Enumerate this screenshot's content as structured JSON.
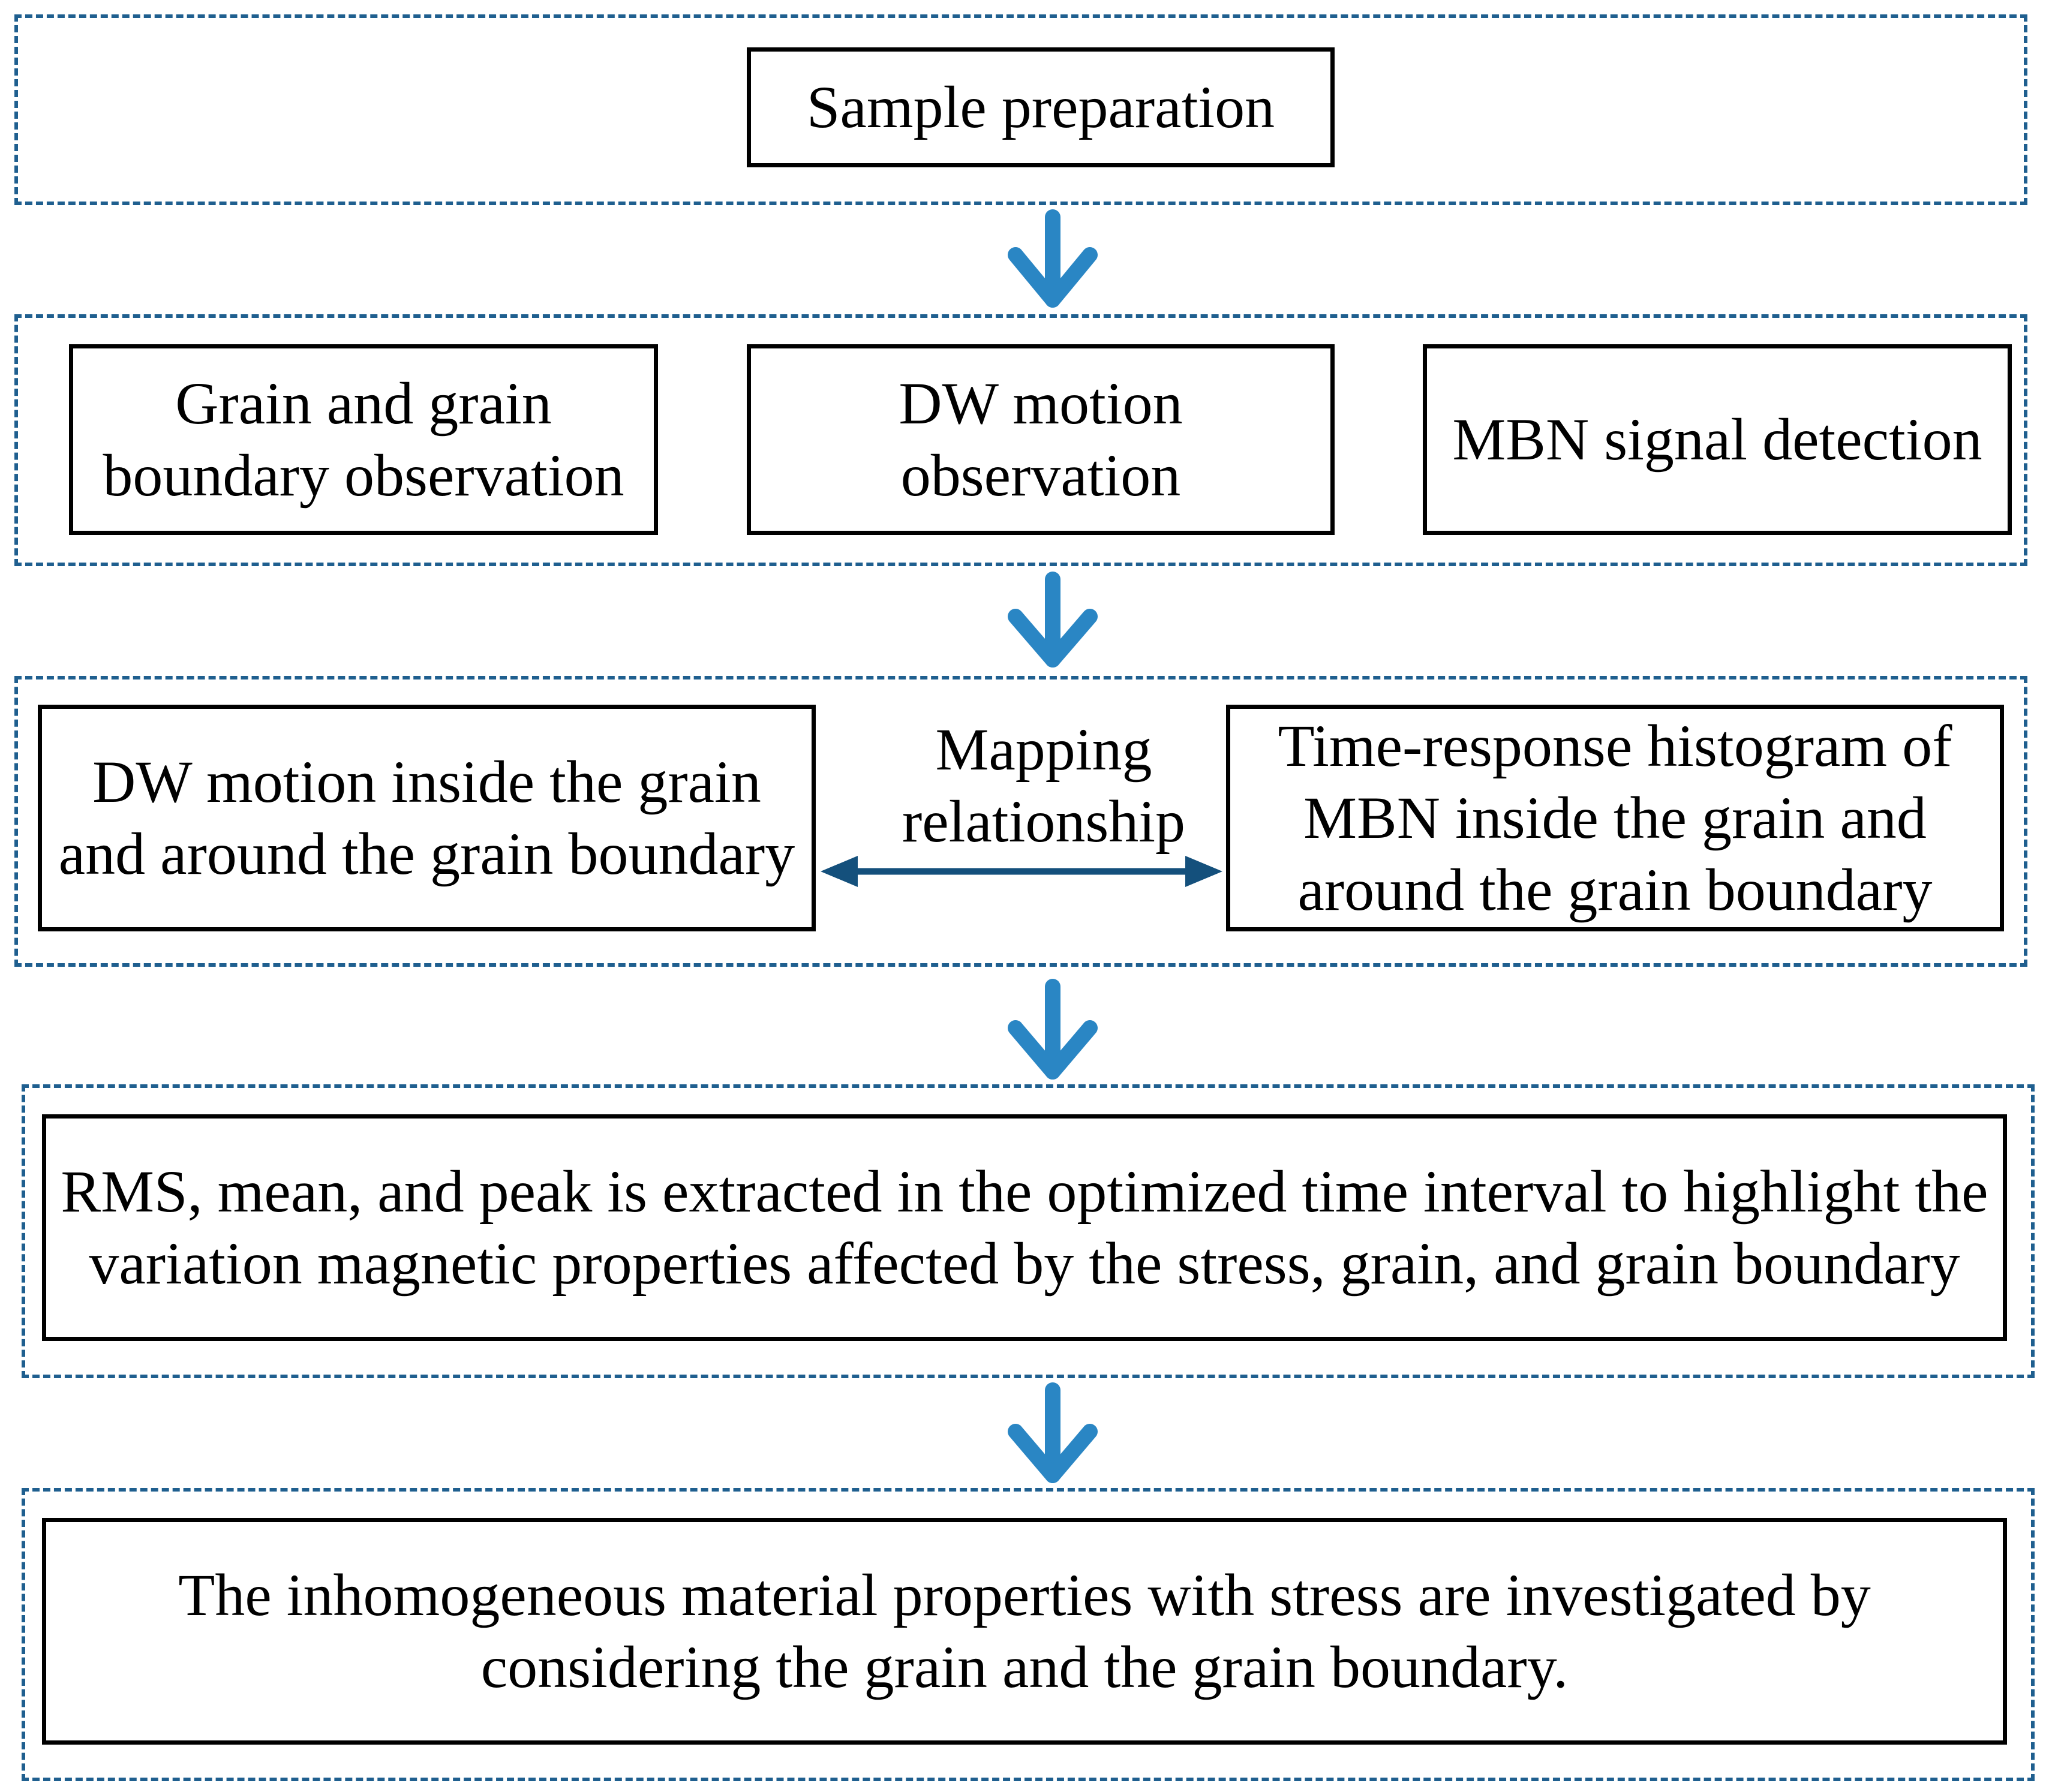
{
  "diagram": {
    "stage1": {
      "sample_preparation": "Sample preparation"
    },
    "stage2": {
      "grain_observation": "Grain and grain\nboundary observation",
      "dw_motion_observation": "DW motion\nobservation",
      "mbn_detection": "MBN signal detection"
    },
    "stage3": {
      "dw_motion_inside": "DW motion inside the grain\nand around the grain boundary",
      "mapping_label": "Mapping\nrelationship",
      "histogram": "Time-response histogram of\nMBN inside the grain and\naround the grain boundary"
    },
    "stage4": {
      "rms_extraction": "RMS, mean, and peak is extracted in the optimized time interval to highlight the\nvariation magnetic properties affected by the stress, grain, and grain boundary"
    },
    "stage5": {
      "conclusion": "The inhomogeneous material properties with stress are investigated by\nconsidering the grain and the grain boundary."
    },
    "colors": {
      "group_border": "#1f5f8f",
      "flow_arrow": "#2a86c4",
      "mapping_arrow": "#14507c",
      "box_border": "#000000"
    }
  }
}
